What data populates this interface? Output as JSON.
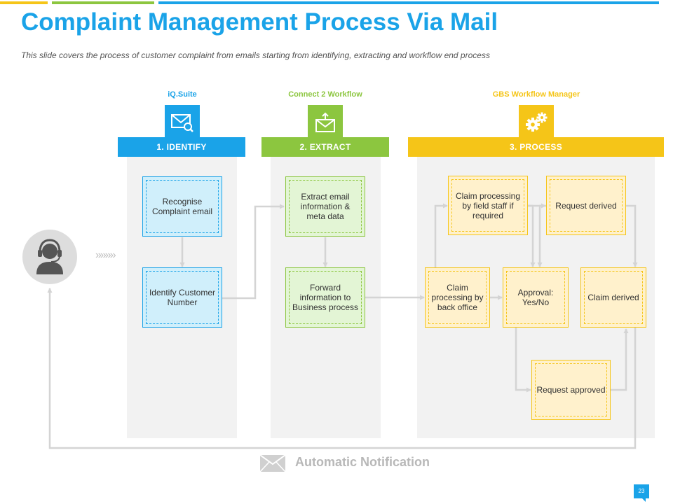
{
  "slide": {
    "title": "Complaint Management Process Via Mail",
    "subtitle": "This slide covers the process of customer complaint from emails starting from identifying, extracting and workflow end process",
    "page_number": "23"
  },
  "colors": {
    "blue": "#1aa3e8",
    "green": "#8cc63f",
    "yellow": "#f5c518",
    "gray_line": "#d4d4d4"
  },
  "stages": [
    {
      "tool": "iQ.Suite",
      "header": "1. IDENTIFY",
      "icon": "envelope-search-icon"
    },
    {
      "tool": "Connect 2 Workflow",
      "header": "2. EXTRACT",
      "icon": "envelope-upload-icon"
    },
    {
      "tool": "GBS Workflow Manager",
      "header": "3. PROCESS",
      "icon": "gears-icon"
    }
  ],
  "nodes": {
    "recognise": "Recognise Complaint email",
    "identify_customer": "Identify Customer Number",
    "extract_email": "Extract email information & meta data",
    "forward_info": "Forward information to Business process",
    "claim_back_office": "Claim processing by back office",
    "claim_field_staff": "Claim processing by field staff if required",
    "approval": "Approval: Yes/No",
    "request_derived": "Request derived",
    "claim_derived": "Claim derived",
    "request_approved": "Request approved"
  },
  "footer": {
    "notification_label": "Automatic Notification",
    "notification_icon": "envelope-icon",
    "customer_icon": "headset-user-icon",
    "chevrons": "»»»»"
  }
}
